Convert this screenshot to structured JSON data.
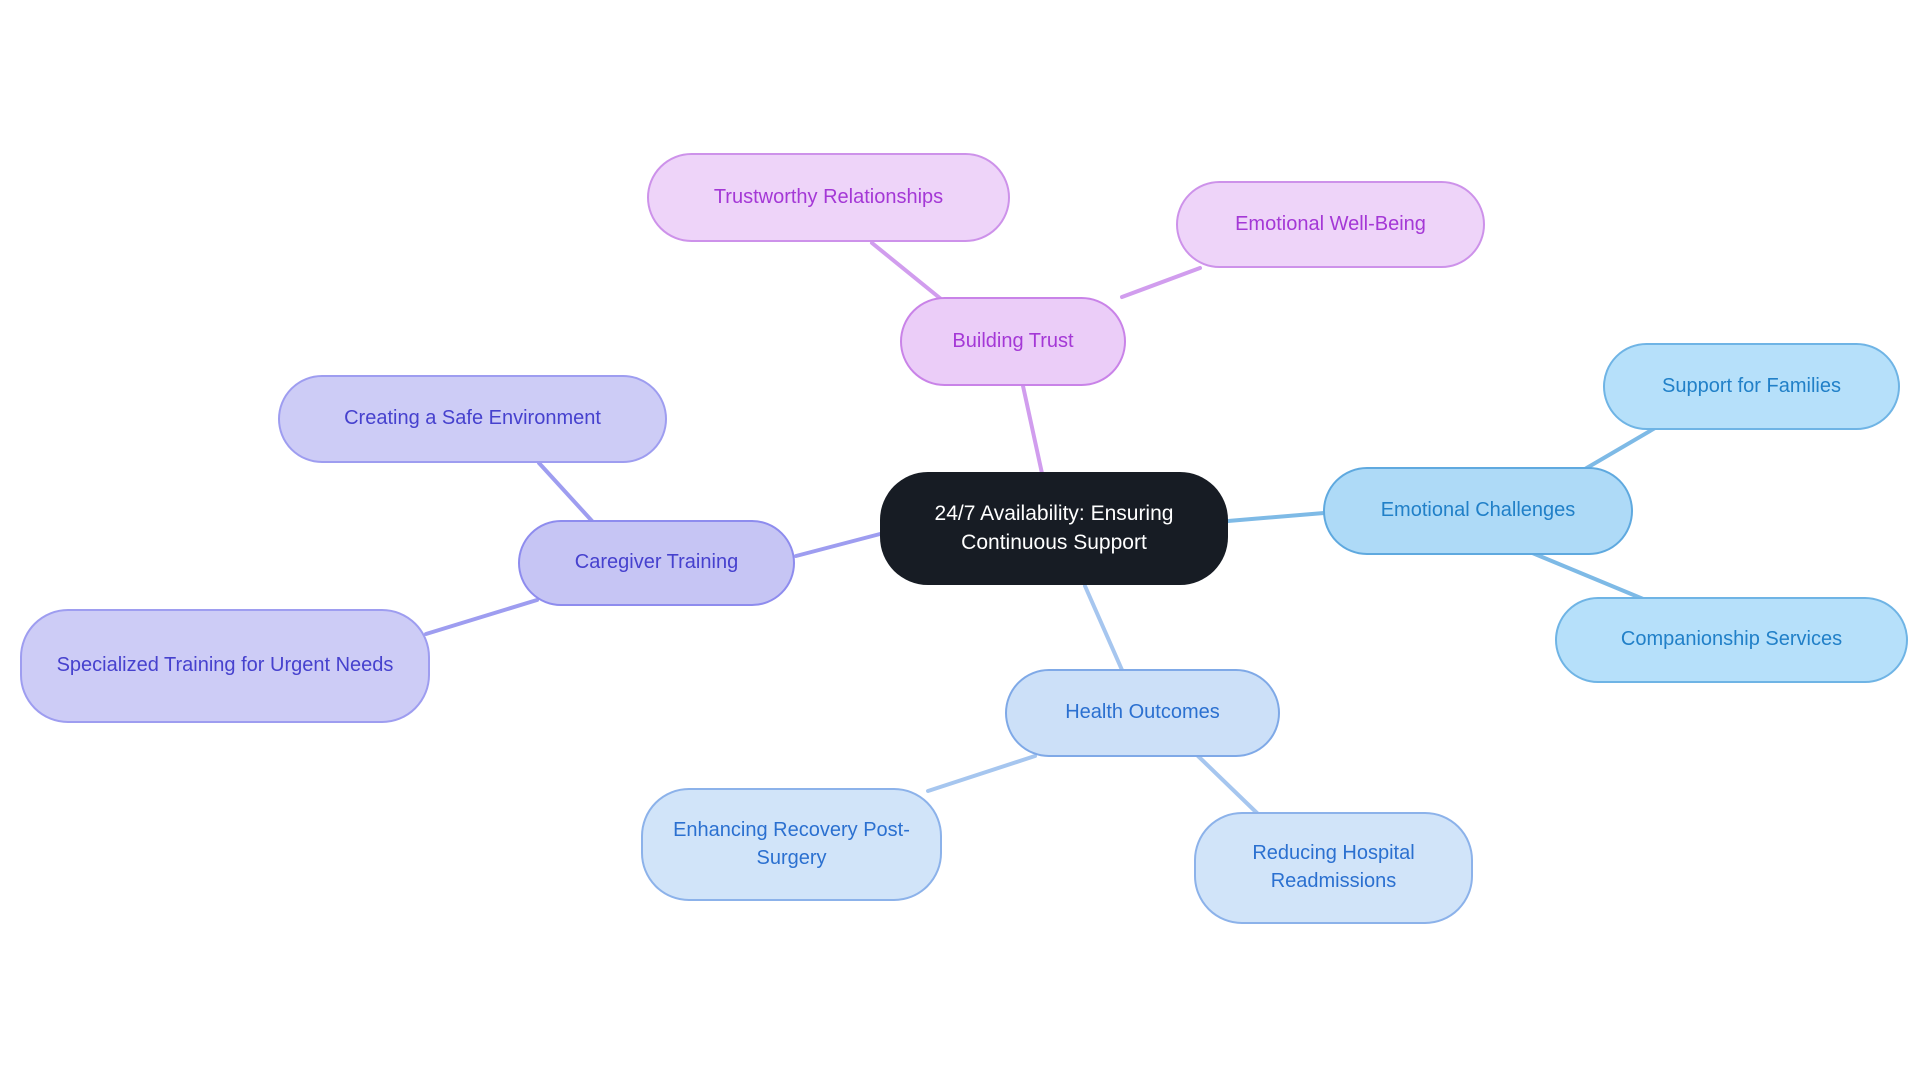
{
  "canvas": {
    "background_color": "#ffffff"
  },
  "mindmap": {
    "root": {
      "label": "24/7 Availability: Ensuring Continuous Support",
      "fill": "#171c24",
      "text_color": "#ffffff"
    },
    "branches": [
      {
        "label": "Building Trust",
        "fill": "#ebcdf8",
        "child_fill": "#eed4f9",
        "border_color": "#c983e8",
        "text_color": "#a438d6",
        "line_color": "#d19dee",
        "children": [
          {
            "label": "Trustworthy Relationships"
          },
          {
            "label": "Emotional Well-Being"
          }
        ]
      },
      {
        "label": "Emotional Challenges",
        "fill": "#aedaf7",
        "child_fill": "#b6e0fa",
        "border_color": "#5fa9df",
        "text_color": "#2180c8",
        "line_color": "#7ebae6",
        "children": [
          {
            "label": "Support for Families"
          },
          {
            "label": "Companionship Services"
          }
        ]
      },
      {
        "label": "Health Outcomes",
        "fill": "#cce0f8",
        "child_fill": "#d1e4f9",
        "border_color": "#7fa9e7",
        "text_color": "#2b70d0",
        "line_color": "#a6c6ef",
        "children": [
          {
            "label": "Enhancing Recovery Post-Surgery"
          },
          {
            "label": "Reducing Hospital Readmissions"
          }
        ]
      },
      {
        "label": "Caregiver Training",
        "fill": "#c6c5f4",
        "child_fill": "#cdccf6",
        "border_color": "#8e8cee",
        "text_color": "#4641ce",
        "line_color": "#9e9df0",
        "children": [
          {
            "label": "Creating a Safe Environment"
          },
          {
            "label": "Specialized Training for Urgent Needs"
          }
        ]
      }
    ]
  }
}
